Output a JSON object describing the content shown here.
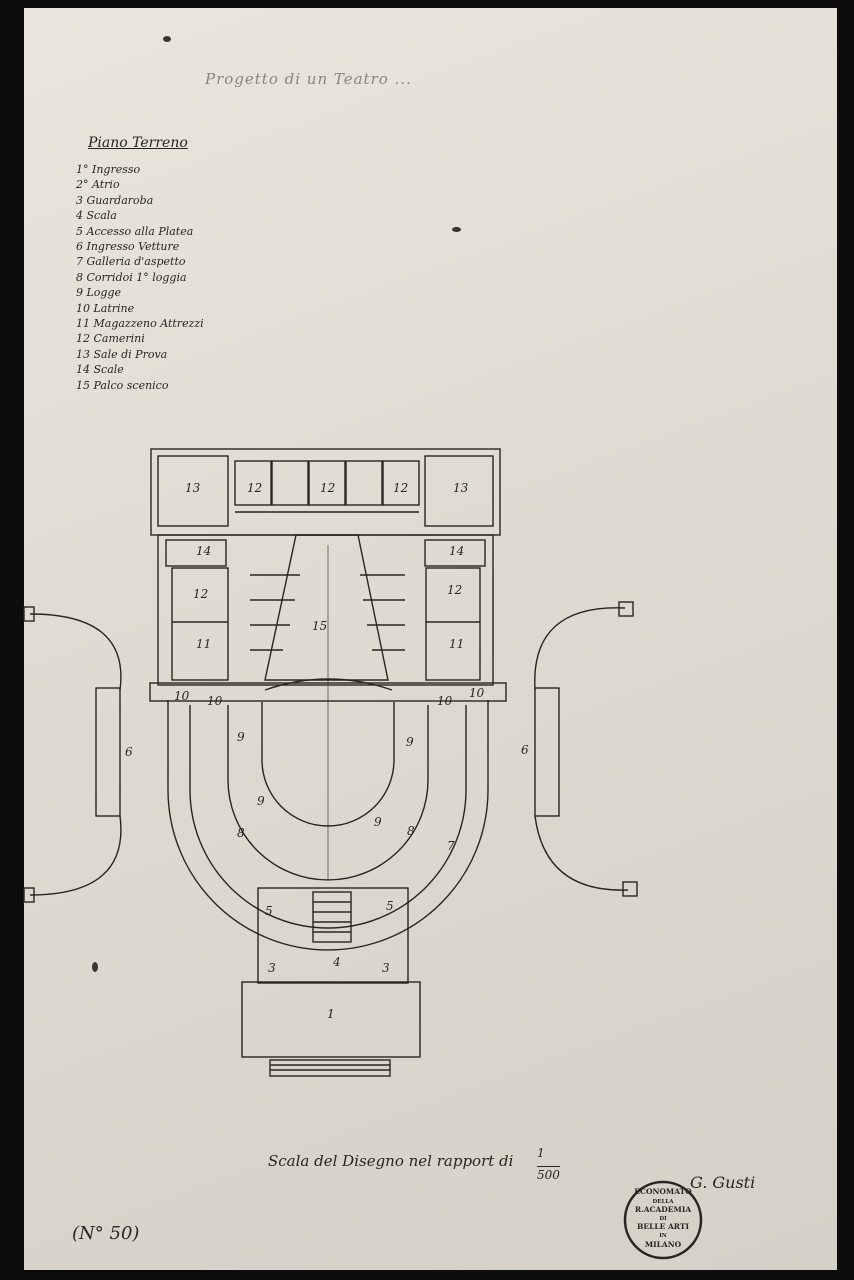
{
  "drawing": {
    "title": "Progetto di un Teatro ...",
    "legend_heading": "Piano Terreno",
    "legend": [
      "1° Ingresso",
      "2° Atrio",
      "3 Guardaroba",
      "4 Scala",
      "5 Accesso alla Platea",
      "6 Ingresso Vetture",
      "7 Galleria d'aspetto",
      "8 Corridoi 1° loggia",
      "9 Logge",
      "10 Latrine",
      "11 Magazzeno Attrezzi",
      "12 Camerini",
      "13 Sale di Prova",
      "14 Scale",
      "15 Palco scenico"
    ],
    "room_numbers": {
      "n13": "13",
      "n12": "12",
      "n14": "14",
      "n15": "15",
      "n11": "11",
      "n10": "10",
      "n9": "9",
      "n8": "8",
      "n7": "7",
      "n6": "6",
      "n5": "5",
      "n4": "4",
      "n3": "3",
      "n1": "1"
    },
    "scale_text": "Scala del Disegno nel rapport di",
    "scale_numerator": "1",
    "scale_denominator": "500",
    "signature": "G. Gusti",
    "sheet_number": "(N° 50)"
  },
  "stamp": {
    "line1": "ECONOMATO",
    "line2": "DELLA",
    "line3": "R.ACADEMIA",
    "line4": "DI",
    "line5": "BELLE ARTI",
    "line6": "IN",
    "line7": "MILANO"
  }
}
